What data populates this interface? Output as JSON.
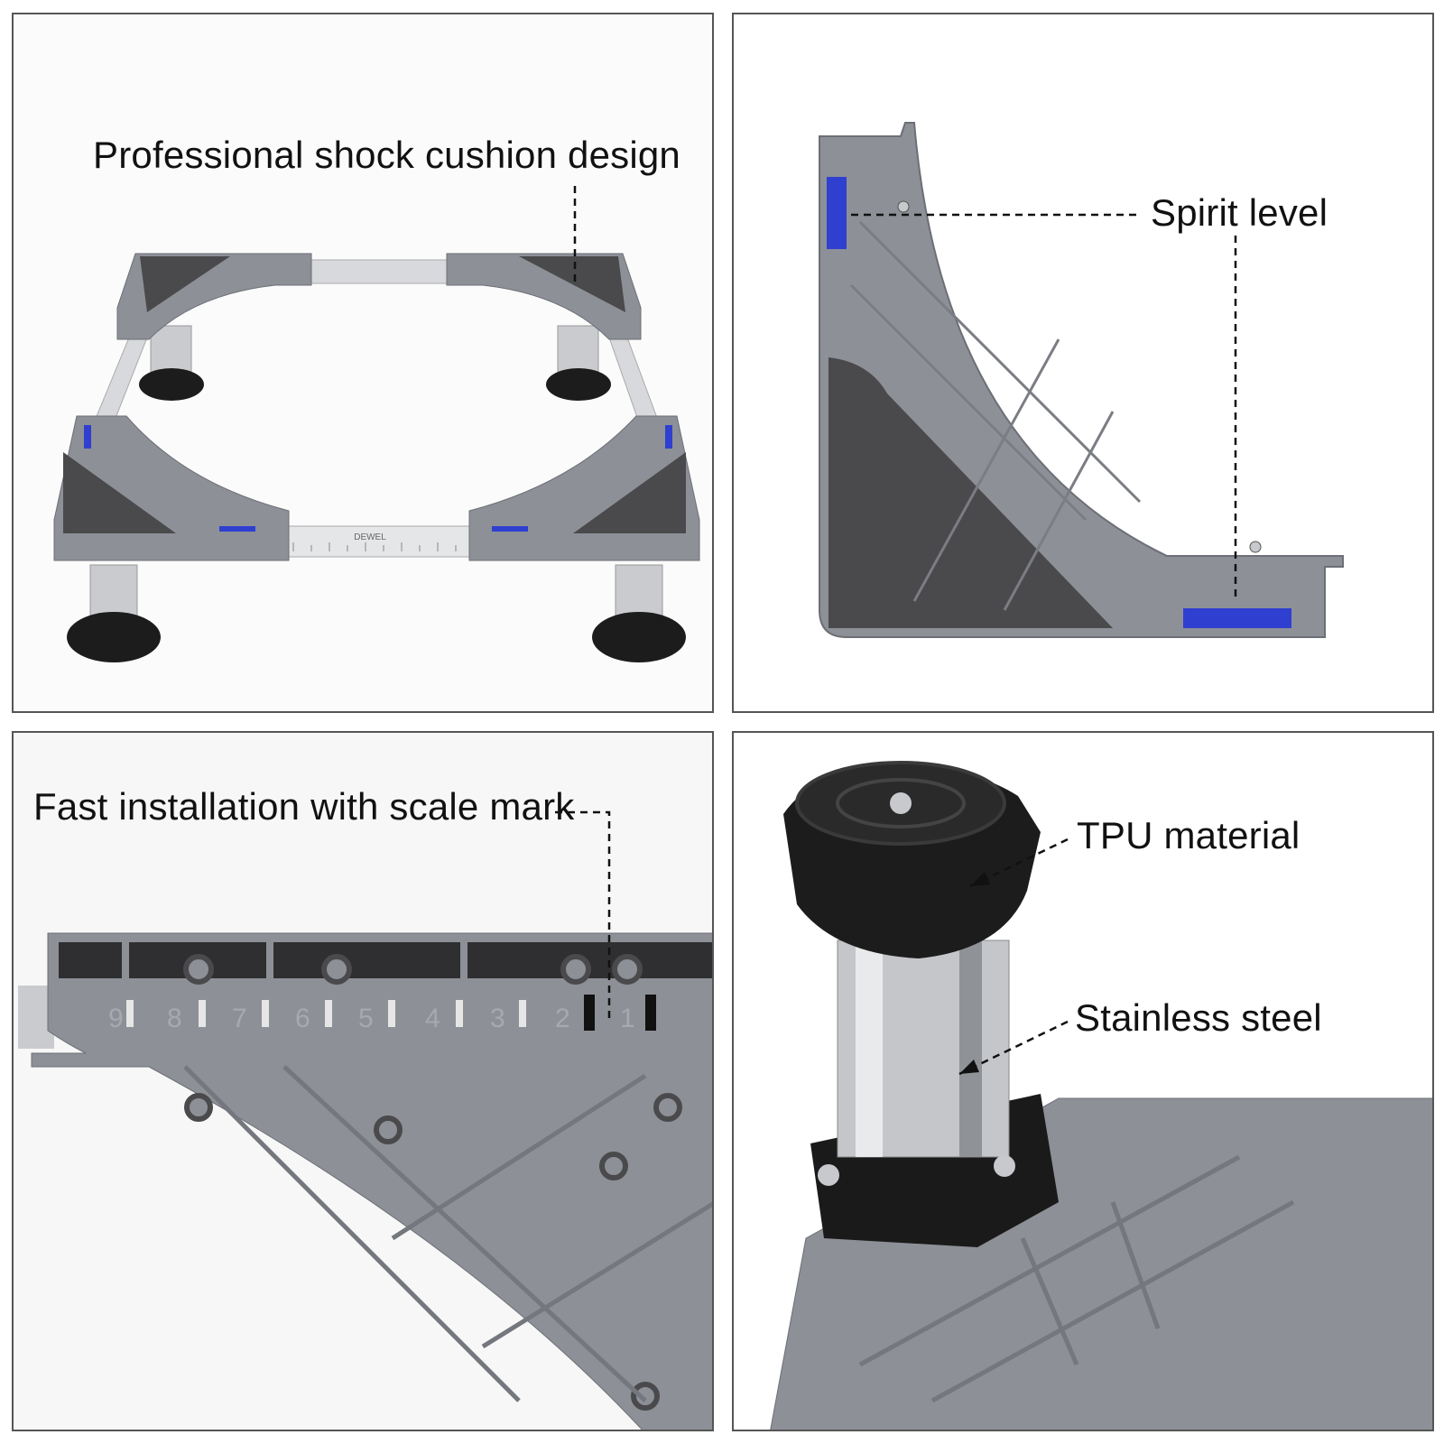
{
  "panels": {
    "frame_overview": {
      "label": "Professional shock cushion design",
      "scale_text": "DEWEL"
    },
    "corner_closeup": {
      "label": "Spirit level"
    },
    "scale_closeup": {
      "label": "Fast installation with scale mark",
      "scale_numbers": [
        "9",
        "8",
        "7",
        "6",
        "5",
        "4",
        "3",
        "2",
        "1"
      ]
    },
    "foot_closeup": {
      "labels": [
        "TPU material",
        "Stainless steel"
      ]
    }
  },
  "colors": {
    "plastic": "#8d9097",
    "rubber_pad": "#4a4a4c",
    "level_blue": "#2f3fd0",
    "steel": "#c4c6c9",
    "knob": "#1c1c1c"
  }
}
